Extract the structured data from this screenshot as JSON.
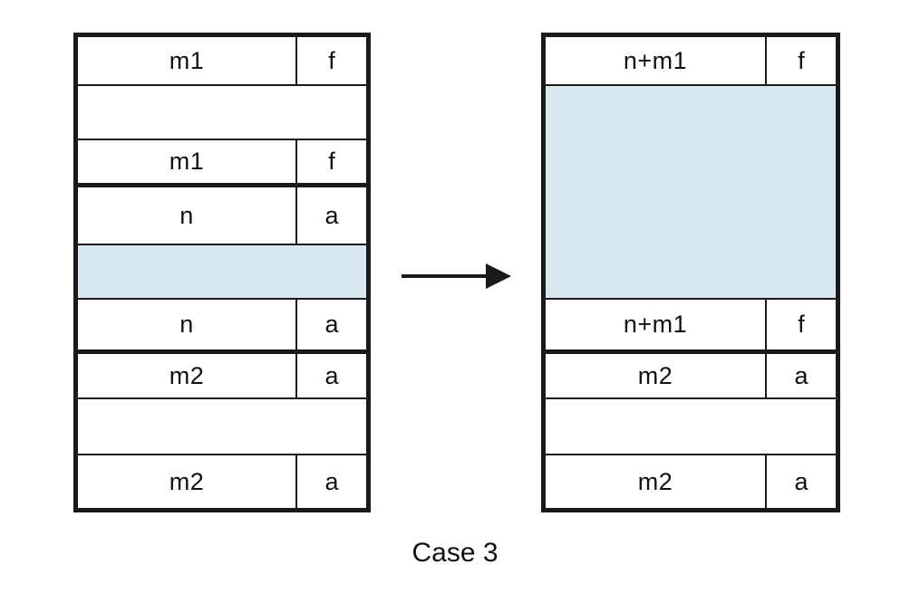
{
  "figure": {
    "caption": "Case 3",
    "arrow_label": "transforms-to",
    "shade_color": "#d7e8f1",
    "line_color": "#1a1a1a",
    "background_color": "#ffffff"
  },
  "before_block": {
    "name": "heap-before",
    "rows": [
      {
        "main": "m1",
        "tag": "f",
        "shaded": false,
        "divider": true,
        "separator": "thin"
      },
      {
        "main": "",
        "tag": "",
        "shaded": false,
        "divider": false,
        "separator": "thin"
      },
      {
        "main": "m1",
        "tag": "f",
        "shaded": false,
        "divider": true,
        "separator": "thick"
      },
      {
        "main": "n",
        "tag": "a",
        "shaded": false,
        "divider": true,
        "separator": "thin"
      },
      {
        "main": "",
        "tag": "",
        "shaded": true,
        "divider": false,
        "separator": "thin"
      },
      {
        "main": "n",
        "tag": "a",
        "shaded": false,
        "divider": true,
        "separator": "thick"
      },
      {
        "main": "m2",
        "tag": "a",
        "shaded": false,
        "divider": true,
        "separator": "thin"
      },
      {
        "main": "",
        "tag": "",
        "shaded": false,
        "divider": false,
        "separator": "thin"
      },
      {
        "main": "m2",
        "tag": "a",
        "shaded": false,
        "divider": true,
        "separator": "none"
      }
    ]
  },
  "after_block": {
    "name": "heap-after",
    "rows": [
      {
        "main": "n+m1",
        "tag": "f",
        "shaded": false,
        "divider": true,
        "separator": "thin"
      },
      {
        "main": "",
        "tag": "",
        "shaded": true,
        "divider": false,
        "separator": "thin"
      },
      {
        "main": "n+m1",
        "tag": "f",
        "shaded": false,
        "divider": true,
        "separator": "thick"
      },
      {
        "main": "m2",
        "tag": "a",
        "shaded": false,
        "divider": true,
        "separator": "thin"
      },
      {
        "main": "",
        "tag": "",
        "shaded": false,
        "divider": false,
        "separator": "thin"
      },
      {
        "main": "m2",
        "tag": "a",
        "shaded": false,
        "divider": true,
        "separator": "none"
      }
    ]
  },
  "before_layout": {
    "tops": [
      0,
      54,
      114,
      166,
      230,
      290,
      350,
      400,
      462
    ],
    "heights": [
      54,
      60,
      52,
      64,
      60,
      60,
      50,
      62,
      58
    ]
  },
  "after_layout": {
    "tops": [
      0,
      54,
      290,
      350,
      400,
      462
    ],
    "heights": [
      54,
      236,
      60,
      50,
      62,
      58
    ]
  }
}
